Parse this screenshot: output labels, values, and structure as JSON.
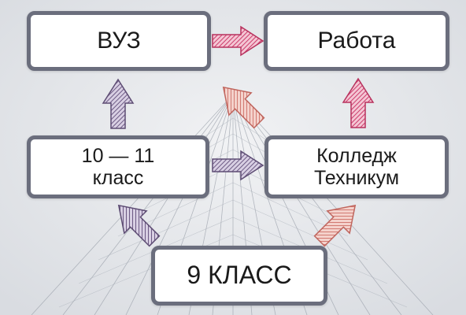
{
  "boxes": {
    "vuz": "ВУЗ",
    "rabota": "Работа",
    "grade_10_11_line1": "10 — 11",
    "grade_10_11_line2": "класс",
    "college_line1": "Колледж",
    "college_line2": "Техникум",
    "grade_9": "9 КЛАСС"
  },
  "colors": {
    "box_border": "#6b6e7d",
    "arrow_pink": "#cc3b6b",
    "arrow_purple": "#6d5a84",
    "arrow_salmon": "#d27a72",
    "background": "#e9ebee"
  }
}
